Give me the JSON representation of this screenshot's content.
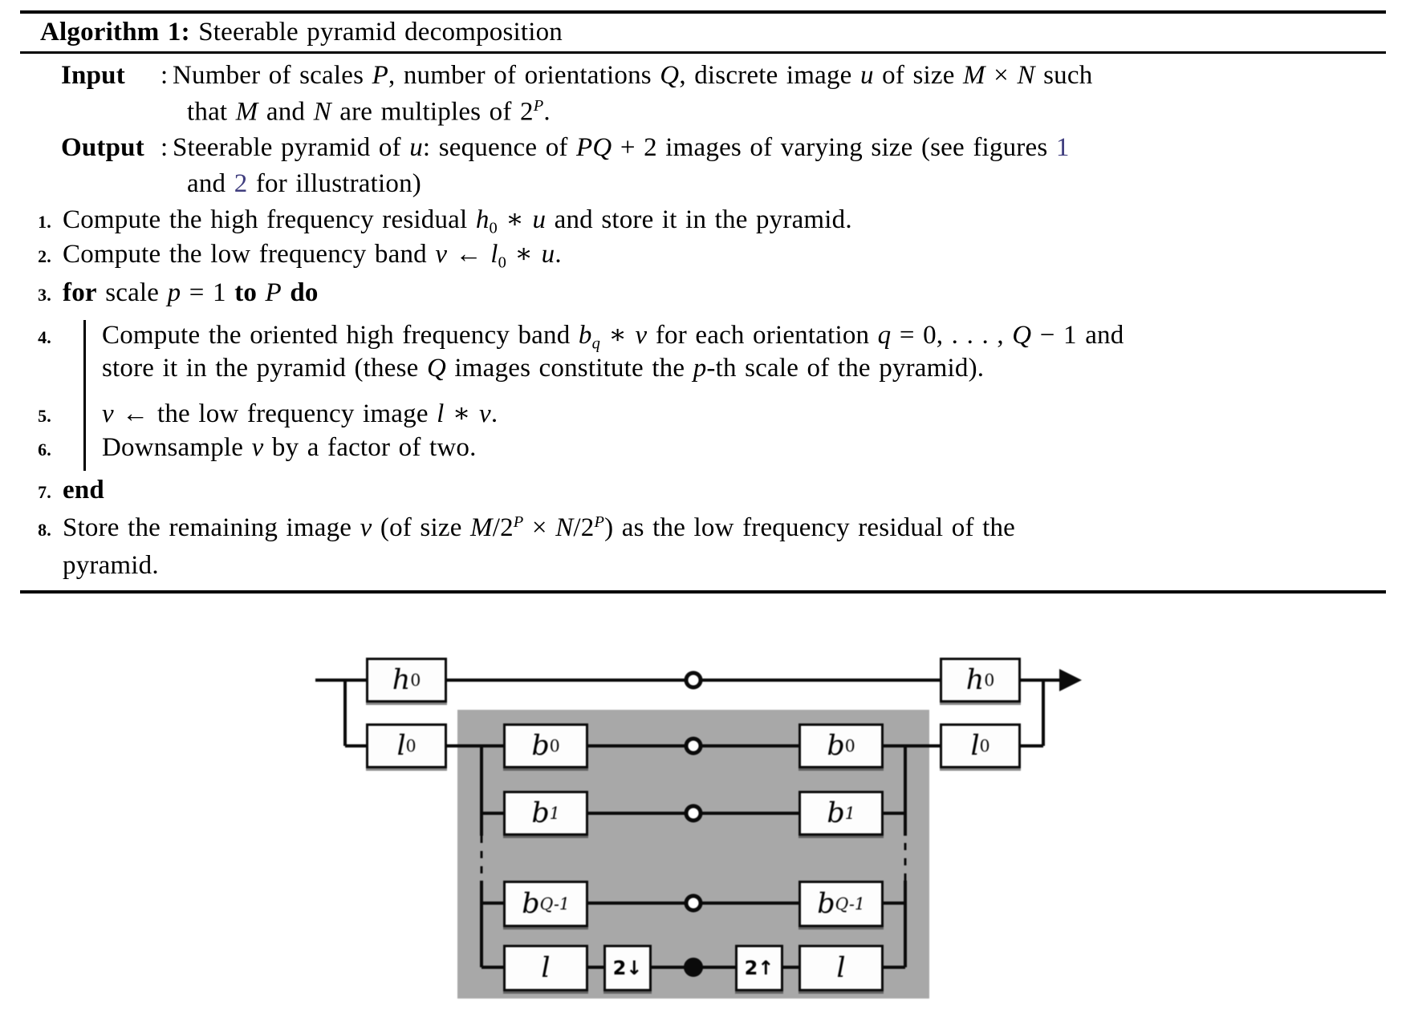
{
  "page": {
    "background": "#ffffff",
    "text_color": "#000000",
    "link_color": "#3f3d7e",
    "figure_gray": "#a8a8a8"
  },
  "algorithm": {
    "title": [
      [
        "b",
        "Algorithm 1:"
      ],
      [
        "n",
        " Steerable pyramid decomposition"
      ]
    ],
    "io": [
      {
        "label": "Input",
        "colon": ":",
        "lines": [
          [
            [
              "n",
              "Number of scales "
            ],
            [
              "i",
              "P"
            ],
            [
              "n",
              ", number of orientations "
            ],
            [
              "i",
              "Q"
            ],
            [
              "n",
              ", discrete image "
            ],
            [
              "i",
              "u"
            ],
            [
              "n",
              " of size "
            ],
            [
              "i",
              "M"
            ],
            [
              "n",
              " × "
            ],
            [
              "i",
              "N"
            ],
            [
              "n",
              " such"
            ]
          ],
          [
            [
              "n",
              "that "
            ],
            [
              "i",
              "M"
            ],
            [
              "n",
              " and "
            ],
            [
              "i",
              "N"
            ],
            [
              "n",
              " are multiples of 2"
            ],
            [
              "supi",
              "P"
            ],
            [
              "n",
              "."
            ]
          ]
        ]
      },
      {
        "label": "Output",
        "colon": ":",
        "lines": [
          [
            [
              "n",
              "Steerable pyramid of "
            ],
            [
              "i",
              "u"
            ],
            [
              "n",
              ": sequence of "
            ],
            [
              "i",
              "PQ"
            ],
            [
              "n",
              " + 2 images of varying size (see figures "
            ],
            [
              "link",
              "1"
            ]
          ],
          [
            [
              "n",
              "and "
            ],
            [
              "link",
              "2"
            ],
            [
              "n",
              " for illustration)"
            ]
          ]
        ]
      }
    ],
    "rows": [
      {
        "num": "1.",
        "loop": false,
        "segments": [
          [
            "n",
            "Compute the high frequency residual "
          ],
          [
            "i",
            "h"
          ],
          [
            "sub",
            "0"
          ],
          [
            "n",
            " ∗ "
          ],
          [
            "i",
            "u"
          ],
          [
            "n",
            " and store it in the pyramid."
          ]
        ]
      },
      {
        "num": "2.",
        "loop": false,
        "segments": [
          [
            "n",
            "Compute the low frequency band "
          ],
          [
            "i",
            "v"
          ],
          [
            "n",
            " ← "
          ],
          [
            "i",
            "l"
          ],
          [
            "sub",
            "0"
          ],
          [
            "n",
            " ∗ "
          ],
          [
            "i",
            "u"
          ],
          [
            "n",
            "."
          ]
        ]
      },
      {
        "num": "3.",
        "loop": false,
        "segments": [
          [
            "b",
            "for"
          ],
          [
            "n",
            " scale "
          ],
          [
            "i",
            "p"
          ],
          [
            "n",
            " = 1 "
          ],
          [
            "b",
            "to"
          ],
          [
            "n",
            " "
          ],
          [
            "i",
            "P"
          ],
          [
            "n",
            " "
          ],
          [
            "b",
            "do"
          ]
        ]
      },
      {
        "num": "4.",
        "loop": true,
        "segments": [
          [
            "n",
            "Compute the oriented high frequency band "
          ],
          [
            "i",
            "b"
          ],
          [
            "subi",
            "q"
          ],
          [
            "n",
            " ∗ "
          ],
          [
            "i",
            "v"
          ],
          [
            "n",
            " for each orientation "
          ],
          [
            "i",
            "q"
          ],
          [
            "n",
            " = 0, . . . , "
          ],
          [
            "i",
            "Q"
          ],
          [
            "n",
            " − 1 and"
          ]
        ]
      },
      {
        "num": "",
        "loop": true,
        "segments": [
          [
            "n",
            "store it in the pyramid (these "
          ],
          [
            "i",
            "Q"
          ],
          [
            "n",
            " images constitute the "
          ],
          [
            "i",
            "p"
          ],
          [
            "n",
            "-th scale of the pyramid)."
          ]
        ]
      },
      {
        "num": "5.",
        "loop": true,
        "segments": [
          [
            "i",
            "v"
          ],
          [
            "n",
            " ← the low frequency image "
          ],
          [
            "i",
            "l"
          ],
          [
            "n",
            " ∗ "
          ],
          [
            "i",
            "v"
          ],
          [
            "n",
            "."
          ]
        ]
      },
      {
        "num": "6.",
        "loop": true,
        "segments": [
          [
            "n",
            "Downsample "
          ],
          [
            "i",
            "v"
          ],
          [
            "n",
            " by a factor of two."
          ]
        ]
      },
      {
        "num": "7.",
        "loop": false,
        "segments": [
          [
            "b",
            "end"
          ]
        ]
      },
      {
        "num": "8.",
        "loop": false,
        "segments": [
          [
            "n",
            "Store the remaining image "
          ],
          [
            "i",
            "v"
          ],
          [
            "n",
            " (of size "
          ],
          [
            "i",
            "M"
          ],
          [
            "n",
            "/2"
          ],
          [
            "supi",
            "P"
          ],
          [
            "n",
            " × "
          ],
          [
            "i",
            "N"
          ],
          [
            "n",
            "/2"
          ],
          [
            "supi",
            "P"
          ],
          [
            "n",
            ") as the low frequency residual of the"
          ]
        ]
      },
      {
        "num": "",
        "loop": false,
        "segments": [
          [
            "n",
            "pyramid."
          ]
        ]
      }
    ]
  },
  "figure": {
    "boxes": [
      {
        "id": "h0-left",
        "label": [
          [
            "i",
            "h"
          ],
          [
            "sub",
            "0"
          ]
        ]
      },
      {
        "id": "l0-left",
        "label": [
          [
            "i",
            "l"
          ],
          [
            "sub",
            "0"
          ]
        ]
      },
      {
        "id": "b0-left",
        "label": [
          [
            "i",
            "b"
          ],
          [
            "sub",
            "0"
          ]
        ]
      },
      {
        "id": "b1-left",
        "label": [
          [
            "i",
            "b"
          ],
          [
            "subi",
            "1"
          ]
        ]
      },
      {
        "id": "bQ-1-left",
        "label": [
          [
            "i",
            "b"
          ],
          [
            "subi",
            "Q-1"
          ]
        ]
      },
      {
        "id": "l-left",
        "label": [
          [
            "i",
            "l"
          ]
        ]
      },
      {
        "id": "downsample",
        "label": [
          [
            "n",
            "2↓"
          ]
        ]
      },
      {
        "id": "upsample",
        "label": [
          [
            "n",
            "2↑"
          ]
        ]
      },
      {
        "id": "l-right",
        "label": [
          [
            "i",
            "l"
          ]
        ]
      },
      {
        "id": "bQ-1-right",
        "label": [
          [
            "i",
            "b"
          ],
          [
            "subi",
            "Q-1"
          ]
        ]
      },
      {
        "id": "b1-right",
        "label": [
          [
            "i",
            "b"
          ],
          [
            "subi",
            "1"
          ]
        ]
      },
      {
        "id": "b0-right",
        "label": [
          [
            "i",
            "b"
          ],
          [
            "sub",
            "0"
          ]
        ]
      },
      {
        "id": "l0-right",
        "label": [
          [
            "i",
            "l"
          ],
          [
            "sub",
            "0"
          ]
        ]
      },
      {
        "id": "h0-right",
        "label": [
          [
            "i",
            "h"
          ],
          [
            "sub",
            "0"
          ]
        ]
      }
    ],
    "markers": {
      "open_circle": "band-output-node",
      "filled_circle": "lowpass-output-node",
      "arrow": "reconstruction-output-arrow"
    }
  }
}
